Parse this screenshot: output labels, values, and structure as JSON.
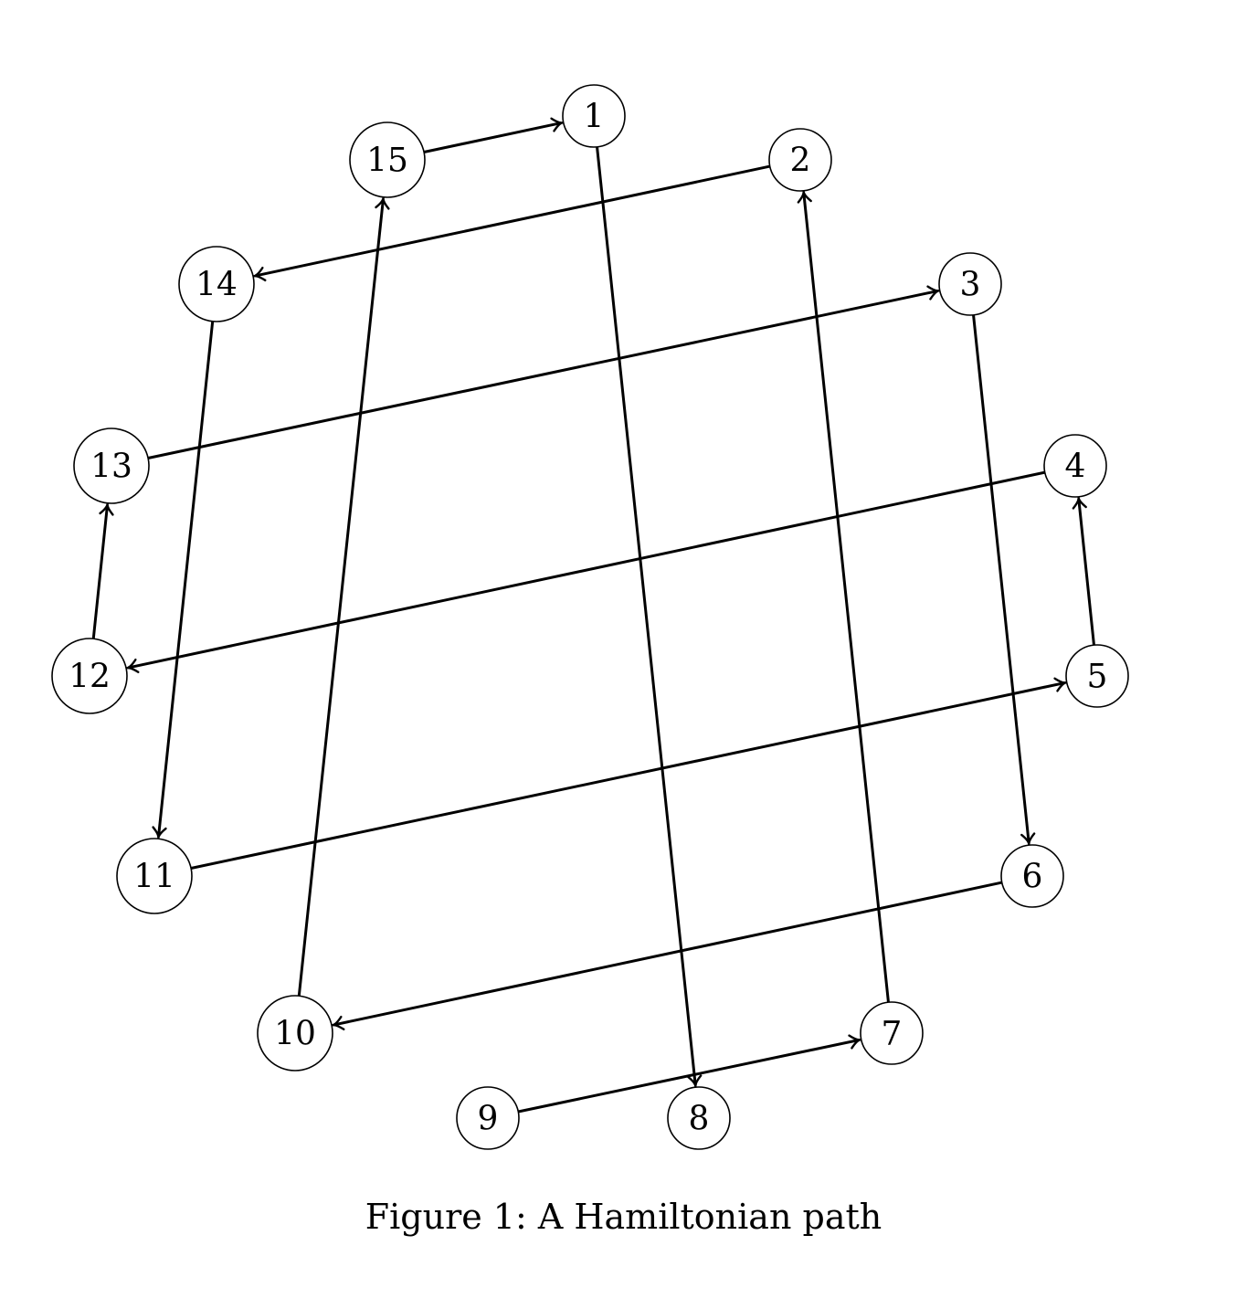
{
  "diagram": {
    "type": "directed-graph",
    "nodes": [
      {
        "id": "1",
        "label": "1"
      },
      {
        "id": "2",
        "label": "2"
      },
      {
        "id": "3",
        "label": "3"
      },
      {
        "id": "4",
        "label": "4"
      },
      {
        "id": "5",
        "label": "5"
      },
      {
        "id": "6",
        "label": "6"
      },
      {
        "id": "7",
        "label": "7"
      },
      {
        "id": "8",
        "label": "8"
      },
      {
        "id": "9",
        "label": "9"
      },
      {
        "id": "10",
        "label": "10"
      },
      {
        "id": "11",
        "label": "11"
      },
      {
        "id": "12",
        "label": "12"
      },
      {
        "id": "13",
        "label": "13"
      },
      {
        "id": "14",
        "label": "14"
      },
      {
        "id": "15",
        "label": "15"
      }
    ],
    "edges": [
      {
        "from": "9",
        "to": "7"
      },
      {
        "from": "7",
        "to": "2"
      },
      {
        "from": "2",
        "to": "14"
      },
      {
        "from": "14",
        "to": "11"
      },
      {
        "from": "11",
        "to": "5"
      },
      {
        "from": "5",
        "to": "4"
      },
      {
        "from": "4",
        "to": "12"
      },
      {
        "from": "12",
        "to": "13"
      },
      {
        "from": "13",
        "to": "3"
      },
      {
        "from": "3",
        "to": "6"
      },
      {
        "from": "6",
        "to": "10"
      },
      {
        "from": "10",
        "to": "15"
      },
      {
        "from": "15",
        "to": "1"
      },
      {
        "from": "1",
        "to": "8"
      }
    ]
  },
  "caption": "Figure 1: A Hamiltonian path"
}
